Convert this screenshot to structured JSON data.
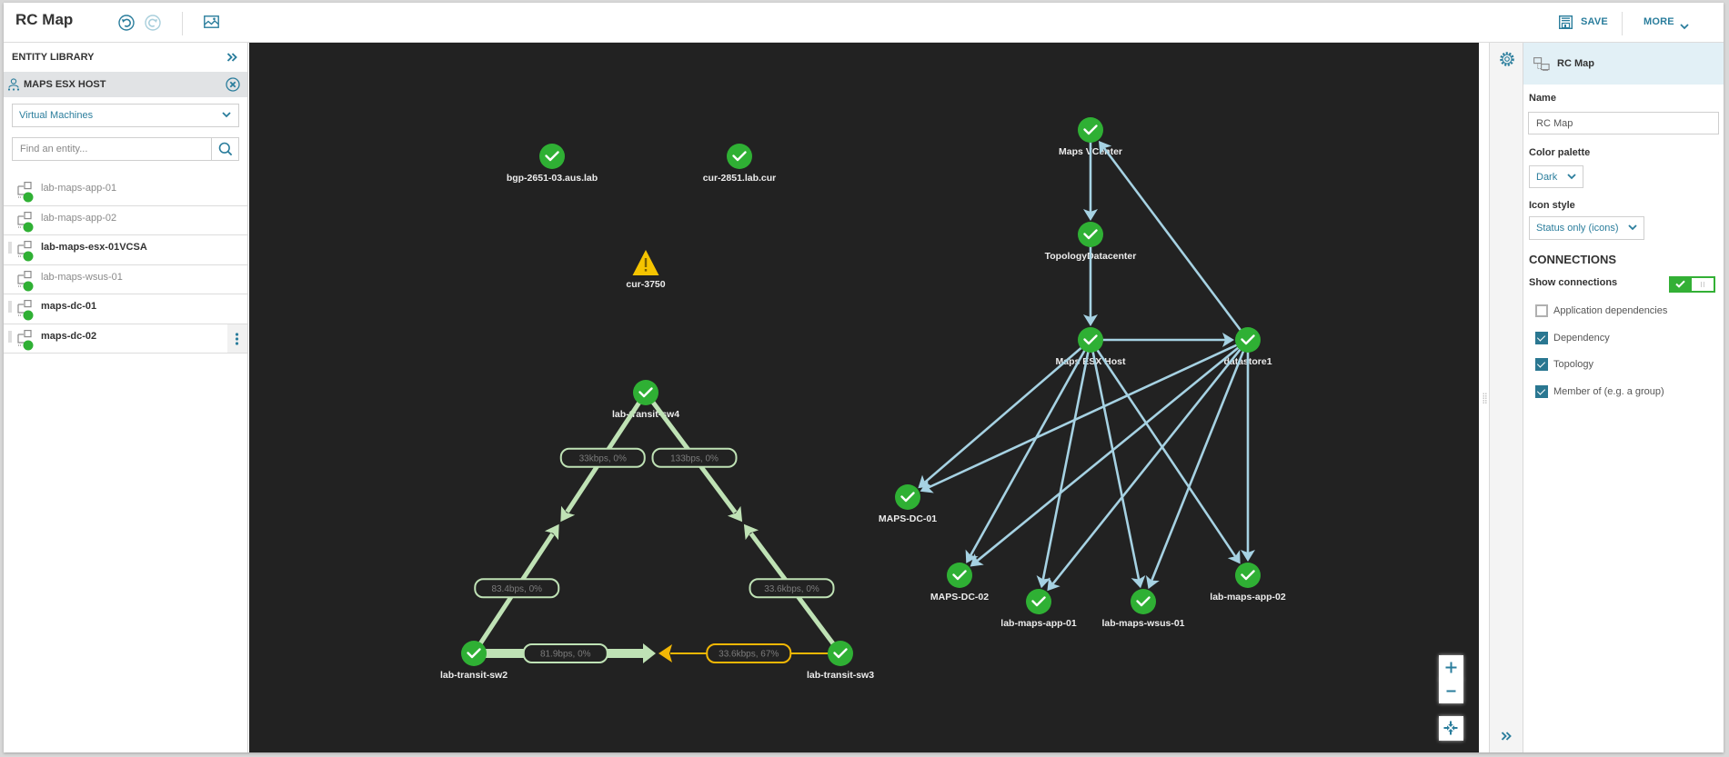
{
  "header": {
    "title": "RC Map",
    "undo_icon": "undo-icon",
    "redo_icon": "redo-icon",
    "redo_enabled": false,
    "export_image_icon": "image-icon",
    "save_icon": "save-icon",
    "save_label": "SAVE",
    "more_label": "MORE"
  },
  "entity_library": {
    "title": "ENTITY LIBRARY",
    "context_label": "MAPS ESX HOST",
    "filter_value": "Virtual Machines",
    "search_placeholder": "Find an entity...",
    "items": [
      {
        "name": "lab-maps-app-01",
        "on_map": true,
        "status": "up"
      },
      {
        "name": "lab-maps-app-02",
        "on_map": true,
        "status": "up"
      },
      {
        "name": "lab-maps-esx-01VCSA",
        "on_map": false,
        "status": "up"
      },
      {
        "name": "lab-maps-wsus-01",
        "on_map": true,
        "status": "up"
      },
      {
        "name": "maps-dc-01",
        "on_map": false,
        "status": "up"
      },
      {
        "name": "maps-dc-02",
        "on_map": false,
        "status": "up"
      }
    ]
  },
  "map": {
    "nodes": [
      {
        "id": "bgp",
        "name": "bgp-2651-03.aus.lab",
        "status": "up"
      },
      {
        "id": "cur2851",
        "name": "cur-2851.lab.cur",
        "status": "up"
      },
      {
        "id": "cur3750",
        "name": "cur-3750",
        "status": "warning"
      },
      {
        "id": "sw4",
        "name": "lab-transit-sw4",
        "status": "up"
      },
      {
        "id": "sw2",
        "name": "lab-transit-sw2",
        "status": "up"
      },
      {
        "id": "sw3",
        "name": "lab-transit-sw3",
        "status": "up"
      },
      {
        "id": "vcenter",
        "name": "Maps VCenter",
        "status": "up"
      },
      {
        "id": "topodc",
        "name": "TopologyDatacenter",
        "status": "up"
      },
      {
        "id": "esx",
        "name": "Maps ESX Host",
        "status": "up"
      },
      {
        "id": "ds1",
        "name": "datastore1",
        "status": "up"
      },
      {
        "id": "dc01",
        "name": "MAPS-DC-01",
        "status": "up"
      },
      {
        "id": "dc02",
        "name": "MAPS-DC-02",
        "status": "up"
      },
      {
        "id": "app01",
        "name": "lab-maps-app-01",
        "status": "up"
      },
      {
        "id": "wsus01",
        "name": "lab-maps-wsus-01",
        "status": "up"
      },
      {
        "id": "app02",
        "name": "lab-maps-app-02",
        "status": "up"
      }
    ],
    "dependency_edges": [
      {
        "from": "vcenter",
        "to": "topodc"
      },
      {
        "from": "topodc",
        "to": "esx"
      },
      {
        "from": "esx",
        "to": "ds1"
      },
      {
        "from": "ds1",
        "to": "vcenter"
      },
      {
        "from": "esx",
        "to": "dc01"
      },
      {
        "from": "esx",
        "to": "dc02"
      },
      {
        "from": "esx",
        "to": "app01"
      },
      {
        "from": "esx",
        "to": "wsus01"
      },
      {
        "from": "esx",
        "to": "app02"
      },
      {
        "from": "ds1",
        "to": "dc01"
      },
      {
        "from": "ds1",
        "to": "dc02"
      },
      {
        "from": "ds1",
        "to": "app01"
      },
      {
        "from": "ds1",
        "to": "wsus01"
      },
      {
        "from": "ds1",
        "to": "app02"
      }
    ],
    "links": [
      {
        "a": "sw4",
        "b": "sw2",
        "a_to_b": {
          "label": "33kbps,  0%",
          "style": "normal"
        },
        "b_to_a": {
          "label": "83.4bps,  0%",
          "style": "normal"
        }
      },
      {
        "a": "sw4",
        "b": "sw3",
        "a_to_b": {
          "label": "133bps,  0%",
          "style": "normal"
        },
        "b_to_a": {
          "label": "33.6kbps,  0%",
          "style": "normal"
        }
      },
      {
        "a": "sw2",
        "b": "sw3",
        "a_to_b": {
          "label": "81.9bps,  0%",
          "style": "thick"
        },
        "b_to_a": {
          "label": "33.6kbps,  67%",
          "style": "warning"
        }
      }
    ]
  },
  "zoom_controls": {
    "zoom_in_icon": "plus-icon",
    "zoom_out_icon": "minus-icon",
    "fit_icon": "fit-to-screen-icon"
  },
  "properties": {
    "title": "RC Map",
    "name_label": "Name",
    "name_value": "RC Map",
    "color_palette_label": "Color palette",
    "color_palette_value": "Dark",
    "icon_style_label": "Icon style",
    "icon_style_value": "Status only (icons)",
    "connections_heading": "CONNECTIONS",
    "show_connections_label": "Show connections",
    "show_connections": true,
    "checkboxes": [
      {
        "label": "Application dependencies",
        "checked": false
      },
      {
        "label": "Dependency",
        "checked": true
      },
      {
        "label": "Topology",
        "checked": true
      },
      {
        "label": "Member of (e.g. a group)",
        "checked": true
      }
    ]
  },
  "colors": {
    "accent": "#2a7d9c",
    "status_up": "#2fb034",
    "status_warning": "#f5c400",
    "canvas_bg": "#222222",
    "dependency_edge": "#a6d2e3",
    "link_normal": "#bfe2b5",
    "link_warning": "#f2b705",
    "toggle_on": "#33b035",
    "checkbox_checked": "#2a7791",
    "panel_header_bg": "#e2f0f6"
  }
}
